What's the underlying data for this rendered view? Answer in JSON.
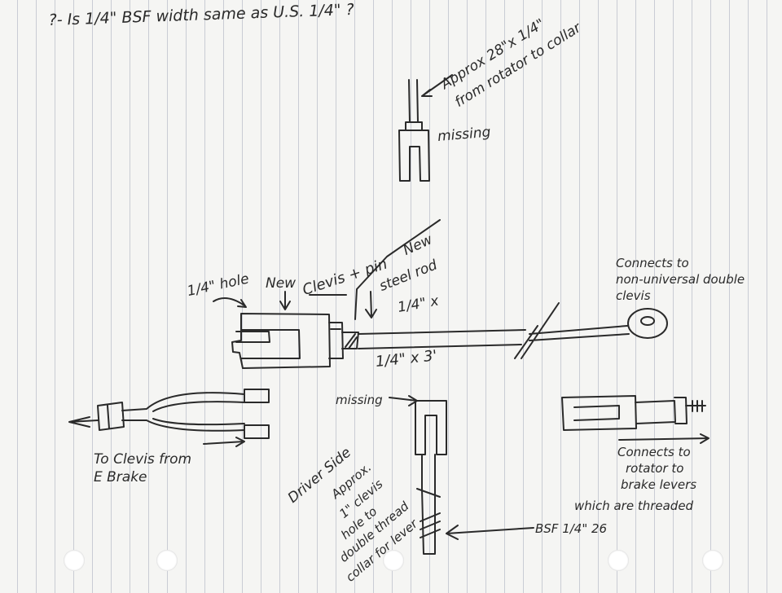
{
  "question": "?- Is 1/4\" BSF width same as U.S. 1/4\" ?",
  "top_rod": {
    "length_label": "Approx 28\"x 1/4\"",
    "route_label": "from rotator to collar",
    "missing_label": "missing"
  },
  "middle_assembly": {
    "hole_label": "1/4\" hole",
    "new_label": "New",
    "clevis_label": "Clevis + pin",
    "rod_new_label": "New",
    "rod_label": "steel rod",
    "rod_size_label": "1/4\" x",
    "rod_dim_label": "1/4\" x 3'",
    "connects_label_1": "Connects to",
    "connects_label_2": "non-universal double",
    "connects_label_3": "clevis"
  },
  "left_yoke": {
    "label_1": "To Clevis from",
    "label_2": "E Brake"
  },
  "bottom_center": {
    "missing_label": "missing",
    "driver_side": "Driver Side",
    "approx": "Approx.",
    "clevis_size": "1\" clevis",
    "hole_to": "hole to",
    "double_thread": "double thread",
    "collar": "collar for lever",
    "thread_spec": "BSF 1/4\" 26"
  },
  "right_clevis": {
    "label_1": "Connects to",
    "label_2": "rotator to",
    "label_3": "brake levers",
    "label_4": "which are threaded"
  },
  "colors": {
    "ink": "#2a2a2a",
    "paper": "#f5f5f3",
    "rule": "#c9ccd4"
  }
}
